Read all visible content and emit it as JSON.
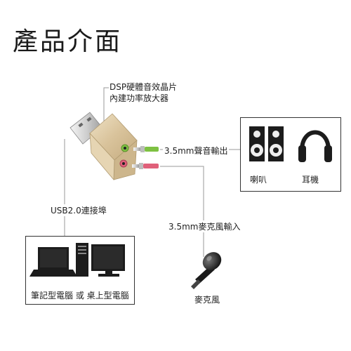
{
  "title": "產品介面",
  "dsp_label_line1": "DSP硬體音效晶片",
  "dsp_label_line2": "內建功率放大器",
  "audio_out_label": "3.5mm聲音輸出",
  "speaker_label": "喇叭",
  "headphone_label": "耳機",
  "usb_port_label": "USB2.0連接埠",
  "mic_in_label": "3.5mm麥克風輸入",
  "computer_label": "筆記型電腦 或 桌上型電腦",
  "mic_label": "麥克風",
  "colors": {
    "line": "#9a9a9a",
    "box_border": "#333333",
    "adapter_body": "#dcc9a6",
    "jack_green": "#7ec142",
    "jack_pink": "#e0607a"
  }
}
